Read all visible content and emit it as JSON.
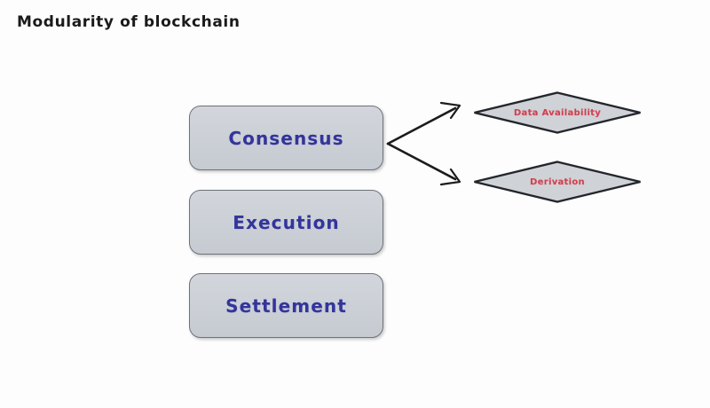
{
  "diagram": {
    "title": "Modularity of blockchain",
    "colors": {
      "background": "#fdfdfd",
      "box_fill": "#ced2d9",
      "box_border": "#6e7278",
      "box_text": "#33359b",
      "diamond_fill": "#cfd2d6",
      "diamond_border": "#23262b",
      "diamond_text": "#d13f4e",
      "arrow": "#1c1c1c",
      "title_text": "#1a1a1a"
    },
    "nodes": [
      {
        "id": "consensus",
        "label": "Consensus",
        "shape": "rounded-rect"
      },
      {
        "id": "execution",
        "label": "Execution",
        "shape": "rounded-rect"
      },
      {
        "id": "settlement",
        "label": "Settlement",
        "shape": "rounded-rect"
      }
    ],
    "branches": [
      {
        "id": "data-availability",
        "label": "Data Availability",
        "shape": "diamond"
      },
      {
        "id": "derivation",
        "label": "Derivation",
        "shape": "diamond"
      }
    ],
    "connections": [
      {
        "from": "consensus",
        "to": "data-availability",
        "style": "arrow"
      },
      {
        "from": "consensus",
        "to": "derivation",
        "style": "arrow"
      }
    ]
  }
}
